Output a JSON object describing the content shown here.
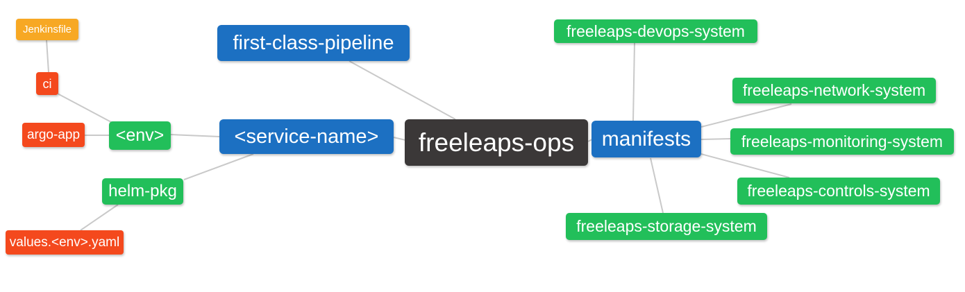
{
  "diagram": {
    "type": "mindmap",
    "root": "freeleaps-ops"
  },
  "colors": {
    "blue": "#1c70c2",
    "green": "#22bf5a",
    "red": "#f4491d",
    "amber": "#f7a824",
    "dark": "#3b3838",
    "edge": "#c9c9c9",
    "background": "#ffffff",
    "node_text": "#ffffff"
  },
  "nodes": {
    "jenkinsfile": {
      "label": "Jenkinsfile",
      "color": "amber"
    },
    "ci": {
      "label": "ci",
      "color": "red"
    },
    "argo_app": {
      "label": "argo-app",
      "color": "red"
    },
    "env": {
      "label": "<env>",
      "color": "green"
    },
    "helm_pkg": {
      "label": "helm-pkg",
      "color": "green"
    },
    "values_env_yaml": {
      "label": "values.<env>.yaml",
      "color": "red"
    },
    "first_class_pipeline": {
      "label": "first-class-pipeline",
      "color": "blue"
    },
    "service_name": {
      "label": "<service-name>",
      "color": "blue"
    },
    "freeleaps_ops": {
      "label": "freeleaps-ops",
      "color": "dark"
    },
    "manifests": {
      "label": "manifests",
      "color": "blue"
    },
    "devops_system": {
      "label": "freeleaps-devops-system",
      "color": "green"
    },
    "network_system": {
      "label": "freeleaps-network-system",
      "color": "green"
    },
    "monitoring_system": {
      "label": "freeleaps-monitoring-system",
      "color": "green"
    },
    "controls_system": {
      "label": "freeleaps-controls-system",
      "color": "green"
    },
    "storage_system": {
      "label": "freeleaps-storage-system",
      "color": "green"
    }
  },
  "edges": [
    {
      "from": "Jenkinsfile",
      "to": "ci"
    },
    {
      "from": "ci",
      "to": "<env>"
    },
    {
      "from": "argo-app",
      "to": "<env>"
    },
    {
      "from": "<env>",
      "to": "<service-name>"
    },
    {
      "from": "<service-name>",
      "to": "helm-pkg"
    },
    {
      "from": "helm-pkg",
      "to": "values.<env>.yaml"
    },
    {
      "from": "first-class-pipeline",
      "to": "freeleaps-ops"
    },
    {
      "from": "<service-name>",
      "to": "freeleaps-ops"
    },
    {
      "from": "freeleaps-ops",
      "to": "manifests"
    },
    {
      "from": "manifests",
      "to": "freeleaps-devops-system"
    },
    {
      "from": "manifests",
      "to": "freeleaps-network-system"
    },
    {
      "from": "manifests",
      "to": "freeleaps-monitoring-system"
    },
    {
      "from": "manifests",
      "to": "freeleaps-controls-system"
    },
    {
      "from": "manifests",
      "to": "freeleaps-storage-system"
    }
  ]
}
